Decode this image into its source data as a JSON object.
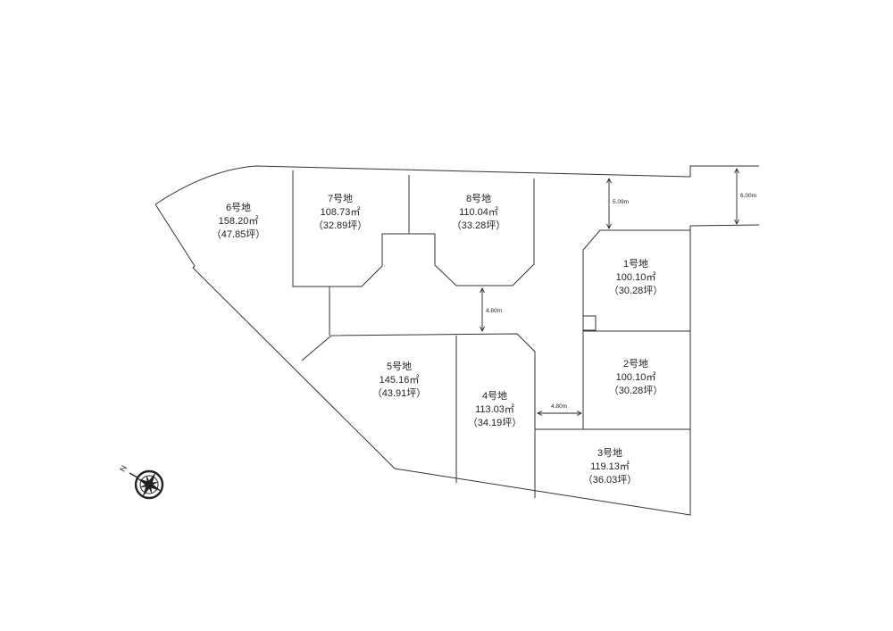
{
  "lots": [
    {
      "id": "1",
      "name": "1号地",
      "area": "100.10㎡",
      "tsubo": "（30.28坪）"
    },
    {
      "id": "2",
      "name": "2号地",
      "area": "100.10㎡",
      "tsubo": "（30.28坪）"
    },
    {
      "id": "3",
      "name": "3号地",
      "area": "119.13㎡",
      "tsubo": "（36.03坪）"
    },
    {
      "id": "4",
      "name": "4号地",
      "area": "113.03㎡",
      "tsubo": "（34.19坪）"
    },
    {
      "id": "5",
      "name": "5号地",
      "area": "145.16㎡",
      "tsubo": "（43.91坪）"
    },
    {
      "id": "6",
      "name": "6号地",
      "area": "158.20㎡",
      "tsubo": "（47.85坪）"
    },
    {
      "id": "7",
      "name": "7号地",
      "area": "108.73㎡",
      "tsubo": "（32.89坪）"
    },
    {
      "id": "8",
      "name": "8号地",
      "area": "110.04㎡",
      "tsubo": "（33.28坪）"
    }
  ],
  "dimensions": {
    "road_width_right": "6.00m",
    "road_width_top": "5.09m",
    "road_width_center": "4.80m",
    "road_width_lower": "4.80m"
  },
  "compass": {
    "north_label": "N",
    "icon": "compass-rose-icon"
  }
}
